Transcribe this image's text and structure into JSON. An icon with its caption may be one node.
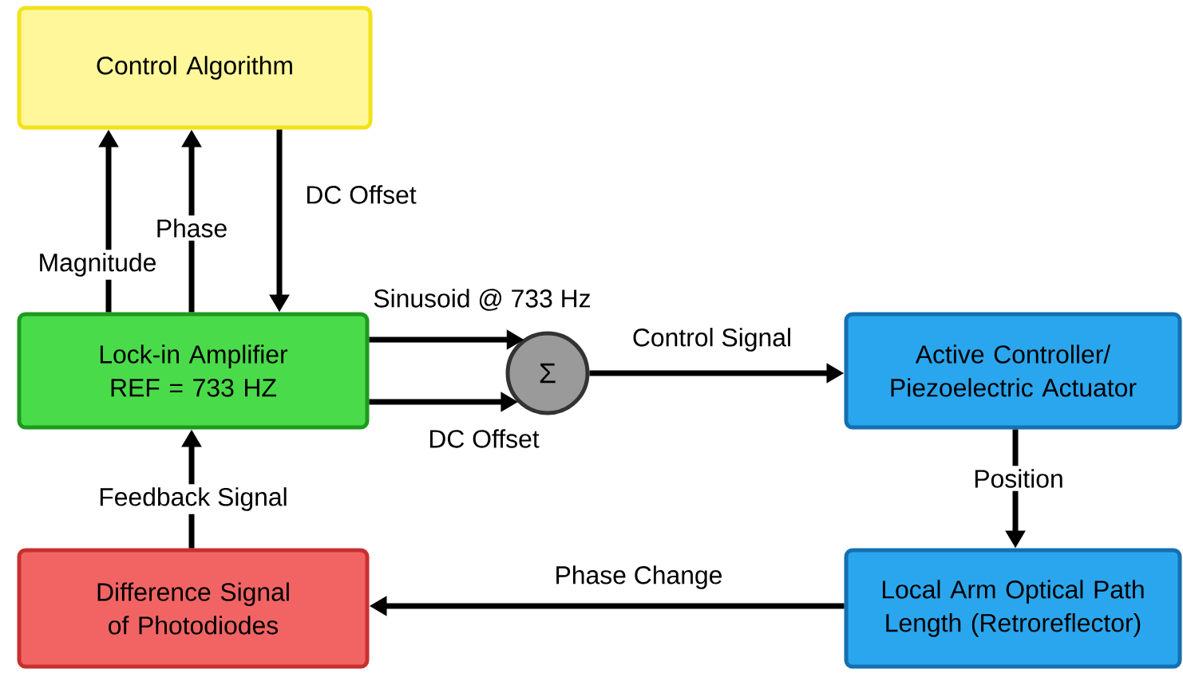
{
  "diagram": {
    "nodes": [
      {
        "text": [
          "Control Algorithm"
        ]
      },
      {
        "text": [
          "Lock-in Amplifier REF = 733 HZ"
        ]
      },
      {
        "text": [
          "Σ"
        ]
      },
      {
        "text": [
          "Active Controller/ Piezoelectric Actuator"
        ]
      },
      {
        "text": [
          "Local Arm Optical Path Length (Retroreflector)"
        ]
      },
      {
        "text": [
          "Difference Signal of Photodiodes"
        ]
      }
    ],
    "edges": [
      {
        "from": 1,
        "to": 0,
        "arrow": "to",
        "label": "Magnitude"
      },
      {
        "from": 1,
        "to": 0,
        "arrow": "to",
        "label": "Phase"
      },
      {
        "from": 0,
        "to": 1,
        "arrow": "to",
        "label": "DC Offset"
      },
      {
        "from": 1,
        "to": 2,
        "arrow": "to",
        "label": "Sinusoid @ 733 Hz"
      },
      {
        "from": 1,
        "to": 2,
        "arrow": "to",
        "label": "DC Offset"
      },
      {
        "from": 2,
        "to": 3,
        "arrow": "to",
        "label": "Control Signal"
      },
      {
        "from": 3,
        "to": 4,
        "arrow": "to",
        "label": "Position"
      },
      {
        "from": 4,
        "to": 5,
        "arrow": "to",
        "label": "Phase Change"
      },
      {
        "from": 5,
        "to": 1,
        "arrow": "to",
        "label": "Feedback Signal"
      }
    ]
  }
}
